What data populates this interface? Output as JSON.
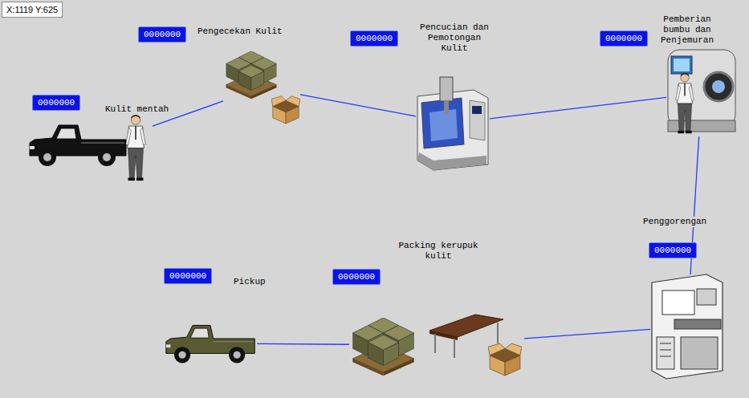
{
  "diagram": {
    "nodes": [
      {
        "text": [
          "Kulit mentah",
          "0000000"
        ]
      },
      {
        "text": [
          "Pengecekan Kulit",
          "0000000"
        ]
      },
      {
        "text": [
          "Pencucian dan Pemotongan Kulit",
          "0000000"
        ]
      },
      {
        "text": [
          "Pemberian bumbu dan Penjemuran",
          "0000000"
        ]
      },
      {
        "text": [
          "Penggorengan",
          "0000000"
        ]
      },
      {
        "text": [
          "Packing kerupuk kulit",
          "0000000"
        ]
      },
      {
        "text": [
          "Pickup",
          "0000000"
        ]
      }
    ],
    "edges": [
      {
        "from": 0,
        "to": 1,
        "arrow": "none"
      },
      {
        "from": 1,
        "to": 2,
        "arrow": "none"
      },
      {
        "from": 2,
        "to": 3,
        "arrow": "none"
      },
      {
        "from": 3,
        "to": 4,
        "arrow": "none"
      },
      {
        "from": 4,
        "to": 5,
        "arrow": "none"
      },
      {
        "from": 5,
        "to": 6,
        "arrow": "none"
      }
    ],
    "labels": [
      "X:1119 Y:625"
    ]
  }
}
